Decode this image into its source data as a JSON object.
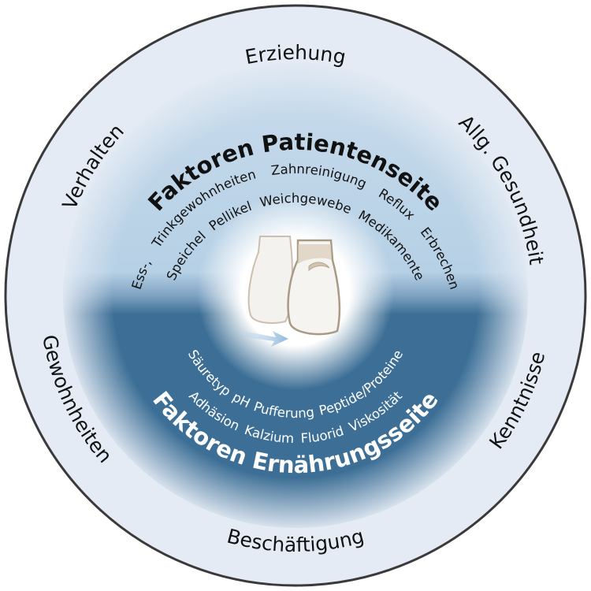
{
  "outer_ring": {
    "top": "Erziehung",
    "top_right": "Allg. Gesundheit",
    "bottom_right": "Kenntnisse",
    "bottom": "Beschäftigung",
    "bottom_left": "Gewohnheiten",
    "top_left": "Verhalten"
  },
  "patient_side": {
    "title": "Faktoren Patientenseite",
    "row1": "Ess-, Trinkgewohnheiten  Zahnreinigung  Reflux  Erbrechen",
    "row2": "Speichel  Pellikel  Weichgewebe  Medikamente"
  },
  "nutrition_side": {
    "row1": "Säuretyp  pH  Pufferung  Peptide/Proteine",
    "row2": "Adhäsion  Kalzium  Fluorid  Viskosität",
    "title": "Faktoren Ernährungsseite"
  },
  "colors": {
    "outer_ring": "#e4ebf4",
    "patient_side": "#b6d0e5",
    "nutrition_side": "#3d6f96",
    "border": "#3a3a3a"
  }
}
